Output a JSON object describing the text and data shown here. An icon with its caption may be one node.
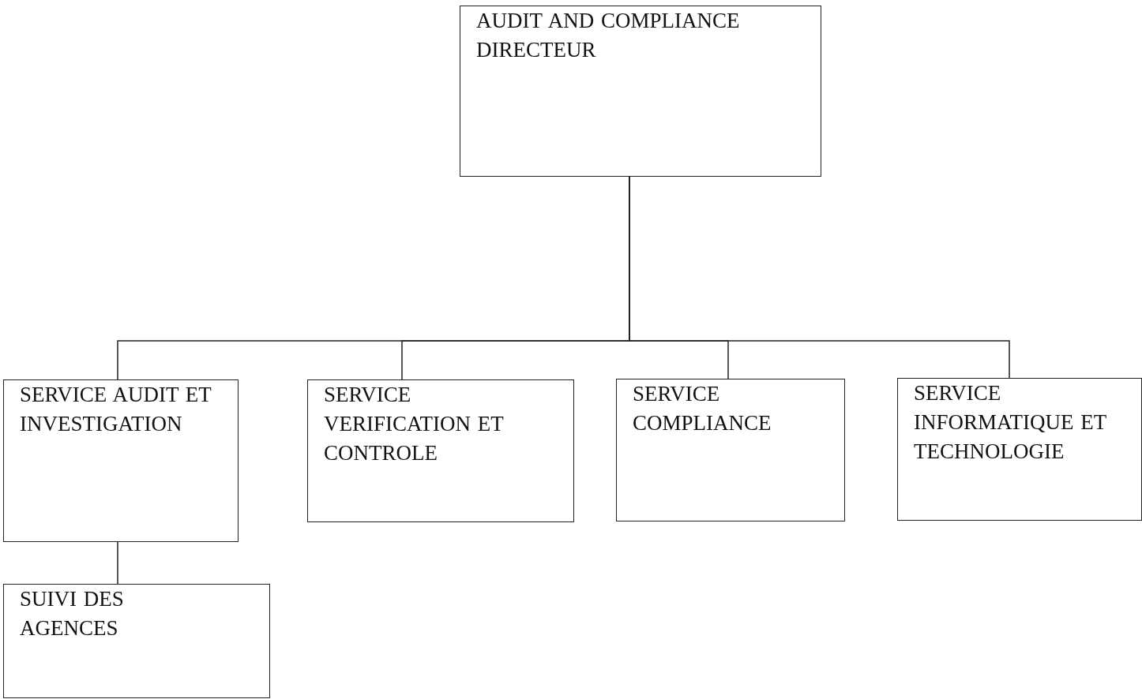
{
  "diagram": {
    "nodes": [
      {
        "text": [
          "AUDIT AND COMPLIANCE DIRECTEUR"
        ]
      },
      {
        "text": [
          "SERVICE AUDIT ET INVESTIGATION"
        ]
      },
      {
        "text": [
          "SERVICE VERIFICATION ET CONTROLE"
        ]
      },
      {
        "text": [
          "SERVICE COMPLIANCE"
        ]
      },
      {
        "text": [
          "SERVICE INFORMATIQUE ET TECHNOLOGIE"
        ]
      },
      {
        "text": [
          "SUIVI DES AGENCES"
        ]
      }
    ],
    "edges": [
      {
        "from": 0,
        "to": 1,
        "arrow": "none"
      },
      {
        "from": 0,
        "to": 2,
        "arrow": "none"
      },
      {
        "from": 0,
        "to": 3,
        "arrow": "none"
      },
      {
        "from": 0,
        "to": 4,
        "arrow": "none"
      },
      {
        "from": 1,
        "to": 5,
        "arrow": "none"
      }
    ]
  }
}
